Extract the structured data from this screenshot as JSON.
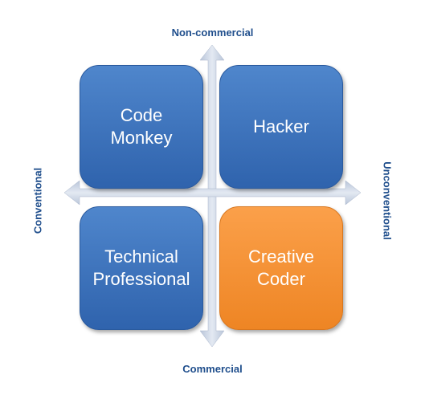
{
  "axes": {
    "top": "Non-commercial",
    "bottom": "Commercial",
    "left": "Conventional",
    "right": "Unconventional"
  },
  "quadrants": {
    "top_left": {
      "line1": "Code",
      "line2": "Monkey"
    },
    "top_right": {
      "line1": "Hacker",
      "line2": ""
    },
    "bottom_left": {
      "line1": "Technical",
      "line2": "Professional"
    },
    "bottom_right": {
      "line1": "Creative",
      "line2": "Coder"
    }
  },
  "colors": {
    "label": "#1f4e8c",
    "box_blue": "#3a70bb",
    "box_orange": "#f6922e",
    "arrow": "#c9d3e3"
  }
}
